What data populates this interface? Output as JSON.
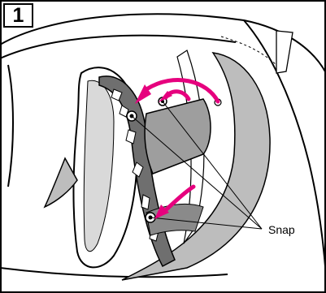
{
  "figure": {
    "step_number": "1",
    "callout_label": "Snap",
    "colors": {
      "outline": "#000000",
      "helmet_shell": "#ffffff",
      "liner_gray": "#bdbdbd",
      "pad_dark": "#6f6f6f",
      "arrow_magenta": "#e6007e"
    },
    "icons": [
      "step-number-badge",
      "snap-button",
      "rotation-arrow",
      "leader-line"
    ]
  }
}
